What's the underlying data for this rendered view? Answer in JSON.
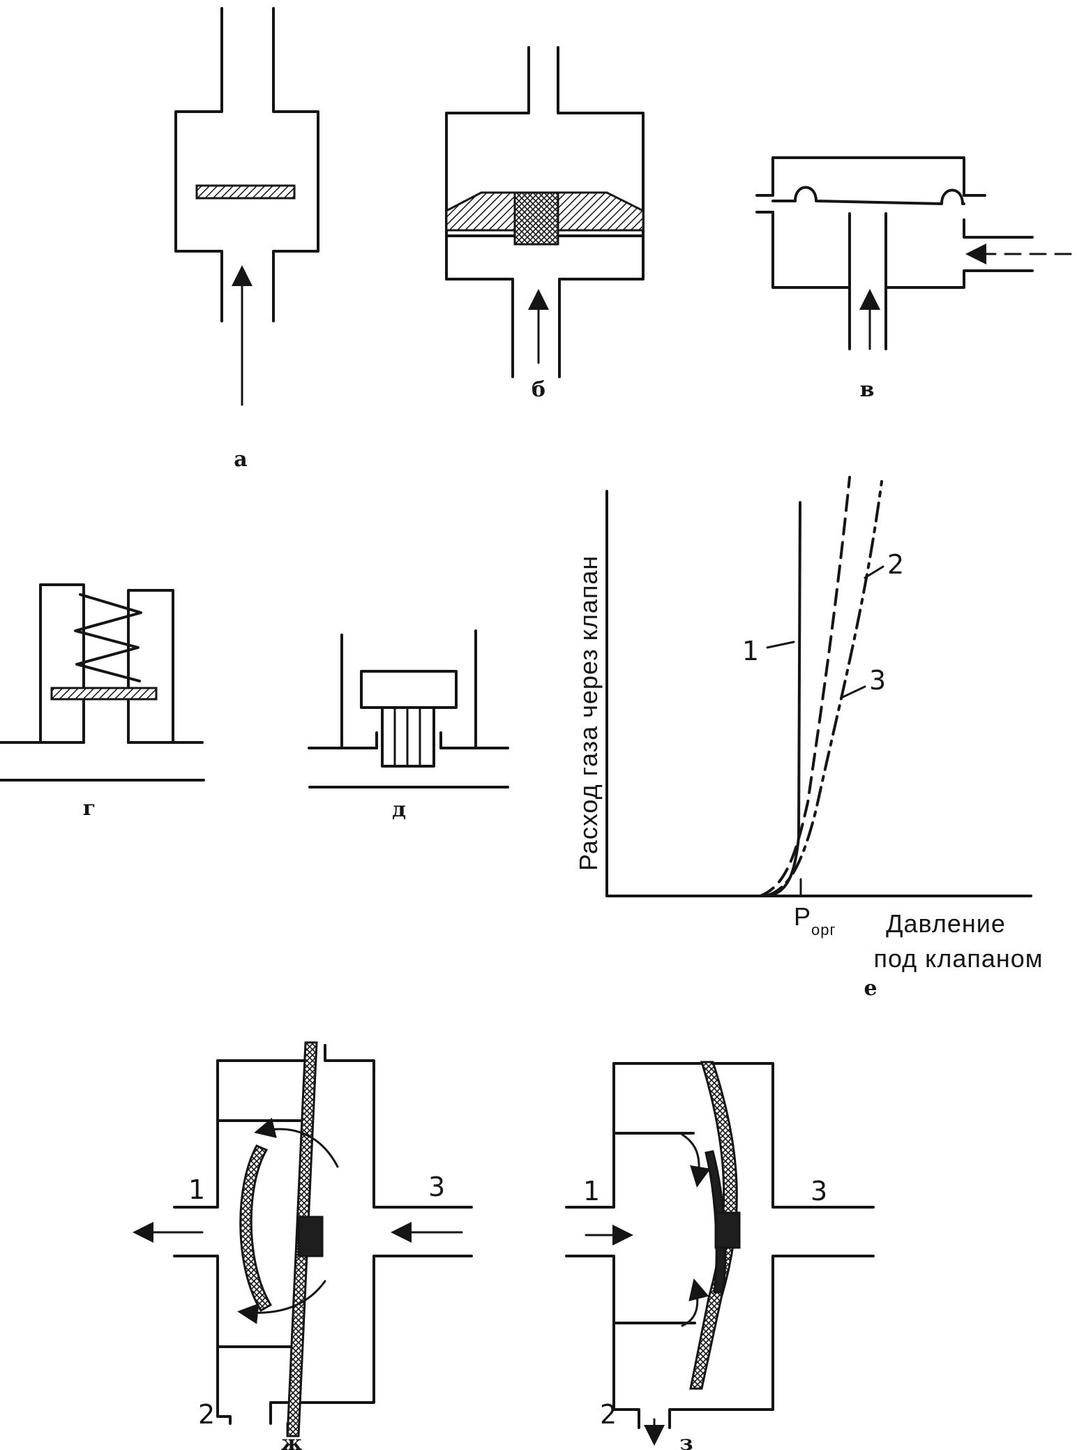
{
  "panels": {
    "a": {
      "label": "а"
    },
    "b": {
      "label": "б"
    },
    "v": {
      "label": "в"
    },
    "g": {
      "label": "г"
    },
    "d": {
      "label": "д"
    },
    "e": {
      "label": "е"
    },
    "zh": {
      "label": "ж"
    },
    "z": {
      "label": "з"
    }
  },
  "chart": {
    "ylabel": "Расход газа через клапан",
    "xlabel_line1": "Давление",
    "xlabel_line2": "под клапаном",
    "x_marker": "P",
    "x_marker_sub": "орг",
    "curve_labels": [
      "1",
      "2",
      "3"
    ]
  },
  "ports": {
    "zh": [
      "1",
      "2",
      "3"
    ],
    "z": [
      "1",
      "2",
      "3"
    ]
  }
}
